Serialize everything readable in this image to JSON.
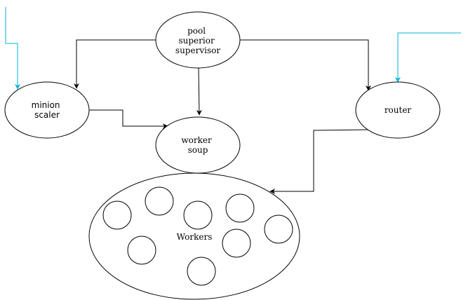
{
  "diagram": {
    "nodes": {
      "pool_superior_supervisor": {
        "lines": [
          "pool",
          "superior",
          "supervisor"
        ]
      },
      "minion_scaler": {
        "lines": [
          "minion",
          "scaler"
        ]
      },
      "worker_soup": {
        "lines": [
          "worker",
          "soup"
        ]
      },
      "router": {
        "lines": [
          "router"
        ]
      },
      "workers": {
        "label": "Workers"
      }
    },
    "edges": [
      {
        "from": "pool_superior_supervisor",
        "to": "minion_scaler"
      },
      {
        "from": "pool_superior_supervisor",
        "to": "worker_soup"
      },
      {
        "from": "pool_superior_supervisor",
        "to": "router"
      },
      {
        "from": "minion_scaler",
        "to": "worker_soup"
      },
      {
        "from": "router",
        "to": "workers"
      },
      {
        "from": "external-left",
        "to": "minion_scaler"
      },
      {
        "from": "external-right",
        "to": "router"
      }
    ],
    "colors": {
      "external_arrow": "#00b4d8",
      "line": "#000000"
    }
  }
}
